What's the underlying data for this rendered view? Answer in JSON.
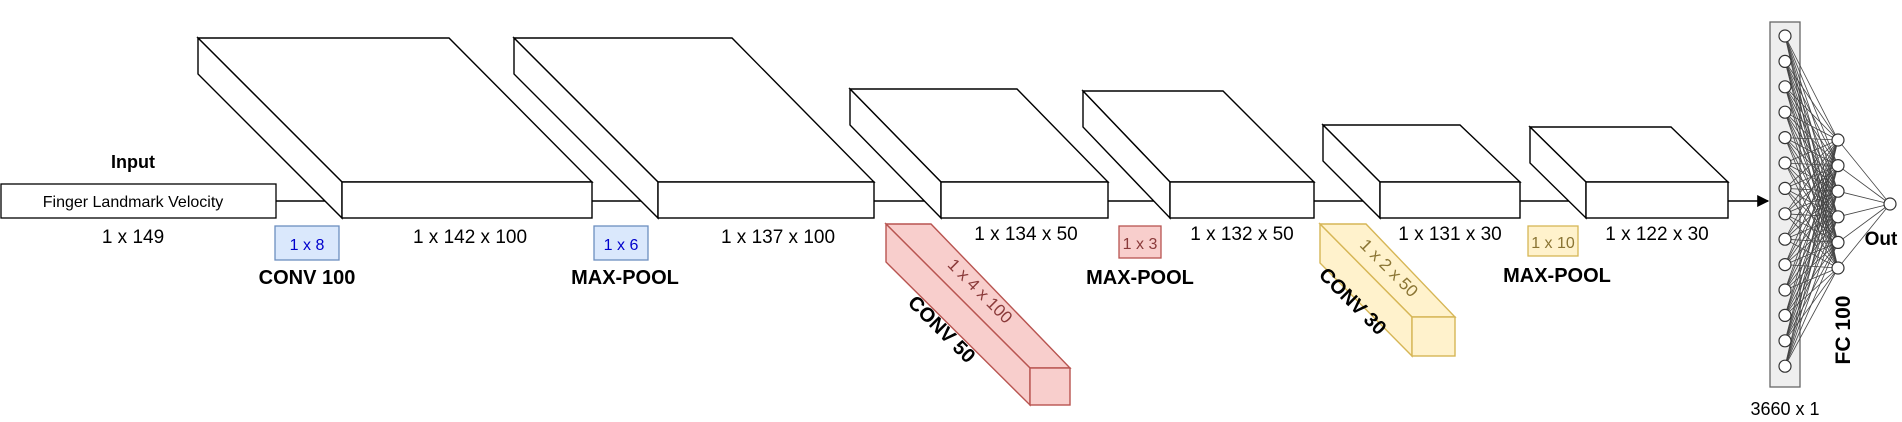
{
  "input": {
    "title": "Input",
    "label": "Finger Landmark Velocity",
    "dims": "1 x 149"
  },
  "conv1": {
    "kernel": "1 x 8",
    "op": "CONV 100",
    "dims": "1 x 142 x 100"
  },
  "pool1": {
    "kernel": "1 x 6",
    "op": "MAX-POOL",
    "dims": "1 x 137 x 100"
  },
  "conv2": {
    "kernel": "1 x 4 x 100",
    "op": "CONV 50",
    "dims": "1 x 134 x 50"
  },
  "pool2": {
    "kernel": "1 x 3",
    "op": "MAX-POOL",
    "dims": "1 x 132 x 50"
  },
  "conv3": {
    "kernel": "1 x 2 x 50",
    "op": "CONV 30",
    "dims": "1 x 131 x 30"
  },
  "pool3": {
    "kernel": "1 x 10",
    "op": "MAX-POOL",
    "dims": "1 x 122 x 30"
  },
  "fc": {
    "op": "FC 100",
    "dims": "3660 x 1",
    "output": "Out"
  },
  "colors": {
    "blue_fill": "#dae8fc",
    "blue_stroke": "#6c8ebf",
    "blue_text": "#0000cc",
    "red_fill": "#f8cecc",
    "red_stroke": "#b85450",
    "red_text": "#8a3a3a",
    "yellow_fill": "#fff2cc",
    "yellow_stroke": "#d6b656",
    "yellow_text": "#8a7433",
    "panel_fill": "#eeeeee",
    "panel_stroke": "#666666"
  }
}
